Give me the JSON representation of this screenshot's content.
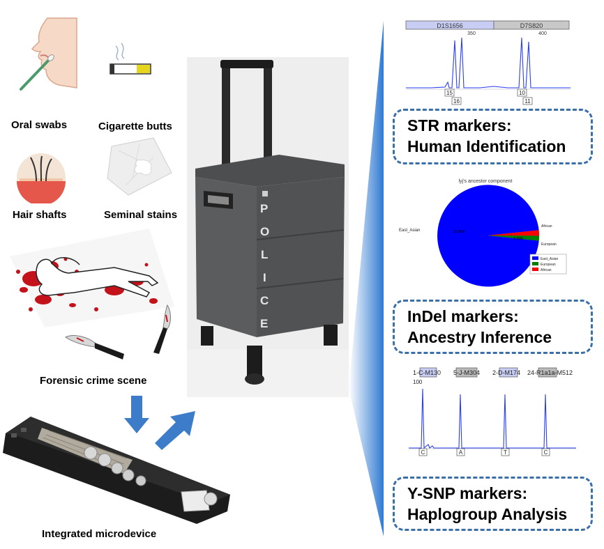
{
  "samples": {
    "oral": "Oral  swabs",
    "cigarette": "Cigarette butts",
    "hair": "Hair shafts",
    "seminal": "Seminal stains",
    "crime": "Forensic crime scene",
    "microdevice": "Integrated microdevice"
  },
  "instrument": {
    "police_letters": [
      "P",
      "O",
      "L",
      "I",
      "C",
      "E"
    ]
  },
  "str_panel": {
    "loci": [
      "D1S1656",
      "D7S820"
    ],
    "ticks": [
      "350",
      "400"
    ],
    "alleles": [
      "15",
      "16",
      "10",
      "11"
    ],
    "card_line1": "STR markers:",
    "card_line2": "Human Identification"
  },
  "indel_panel": {
    "pie_title": "lyj's ancestor component",
    "side_labels": [
      "East_Asian",
      "African",
      "European"
    ],
    "slice_label_main": "93.86%",
    "slice_label_small": "3.39%",
    "legend": [
      {
        "name": "East_Asian",
        "color": "#0000ff"
      },
      {
        "name": "European",
        "color": "#008000"
      },
      {
        "name": "African",
        "color": "#ff0000"
      }
    ],
    "card_line1": "InDel markers:",
    "card_line2": "Ancestry Inference"
  },
  "ysnp_panel": {
    "markers": [
      "1-C-M130",
      "5-J-M304",
      "2-D-M174",
      "24-R1a1a-M512"
    ],
    "start_tick": "100",
    "alleles": [
      "C",
      "A",
      "T",
      "C"
    ],
    "card_line1": "Y-SNP markers:",
    "card_line2": "Haplogroup Analysis"
  },
  "colors": {
    "trace_blue": "#2a3ff0",
    "card_border": "#3a6fa8",
    "arrow_blue": "#3d7cc9",
    "blood": "#c4121a",
    "case_grey": "#555759"
  }
}
